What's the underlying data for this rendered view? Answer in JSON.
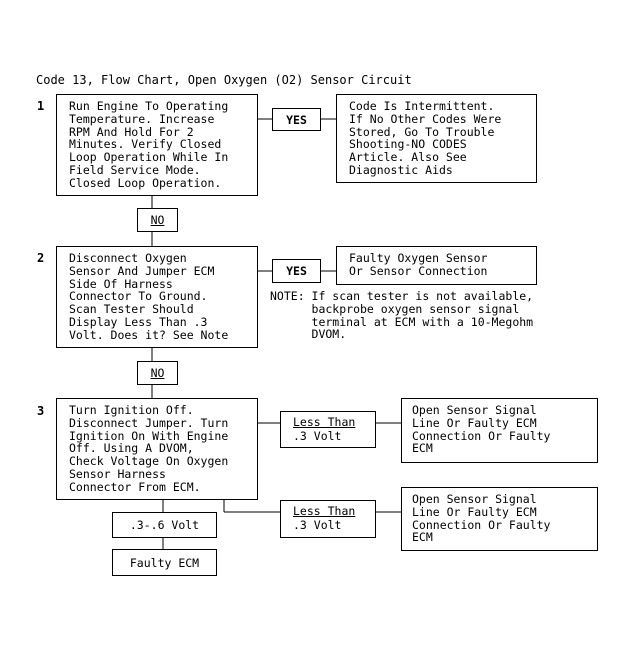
{
  "title": "Code 13, Flow Chart, Open Oxygen (O2) Sensor Circuit",
  "steps": [
    {
      "number": "1",
      "text": "Run Engine To Operating\nTemperature. Increase\nRPM And Hold For 2\nMinutes. Verify Closed\nLoop Operation While In\nField Service Mode.\nClosed Loop Operation.",
      "yes_label": "YES",
      "yes_result": "Code Is Intermittent.\nIf No Other Codes Were\nStored, Go To Trouble\nShooting-NO CODES\nArticle. Also See\nDiagnostic Aids",
      "no_label": "NO"
    },
    {
      "number": "2",
      "text": "Disconnect Oxygen\nSensor And Jumper ECM\nSide Of Harness\nConnector To Ground.\nScan Tester Should\nDisplay Less Than .3\nVolt. Does it? See Note",
      "yes_label": "YES",
      "yes_result": "Faulty Oxygen Sensor\nOr Sensor Connection",
      "note": "NOTE: If scan tester is not available,\n      backprobe oxygen sensor signal\n      terminal at ECM with a 10-Megohm\n      DVOM.",
      "no_label": "NO"
    },
    {
      "number": "3",
      "text": "Turn Ignition Off.\nDisconnect Jumper. Turn\nIgnition On With Engine\nOff. Using A DVOM,\nCheck Voltage On Oxygen\nSensor Harness\nConnector From ECM.",
      "branches": [
        {
          "condition_underlined": "Less Than",
          "condition_rest": ".3 Volt",
          "result": "Open Sensor Signal\nLine Or Faulty ECM\nConnection Or Faulty\nECM"
        },
        {
          "condition_underlined": "Less Than",
          "condition_rest": ".3 Volt",
          "result": "Open Sensor Signal\nLine Or Faulty ECM\nConnection Or Faulty\nECM"
        }
      ],
      "range_label": ".3-.6 Volt",
      "range_result": "Faulty ECM"
    }
  ]
}
